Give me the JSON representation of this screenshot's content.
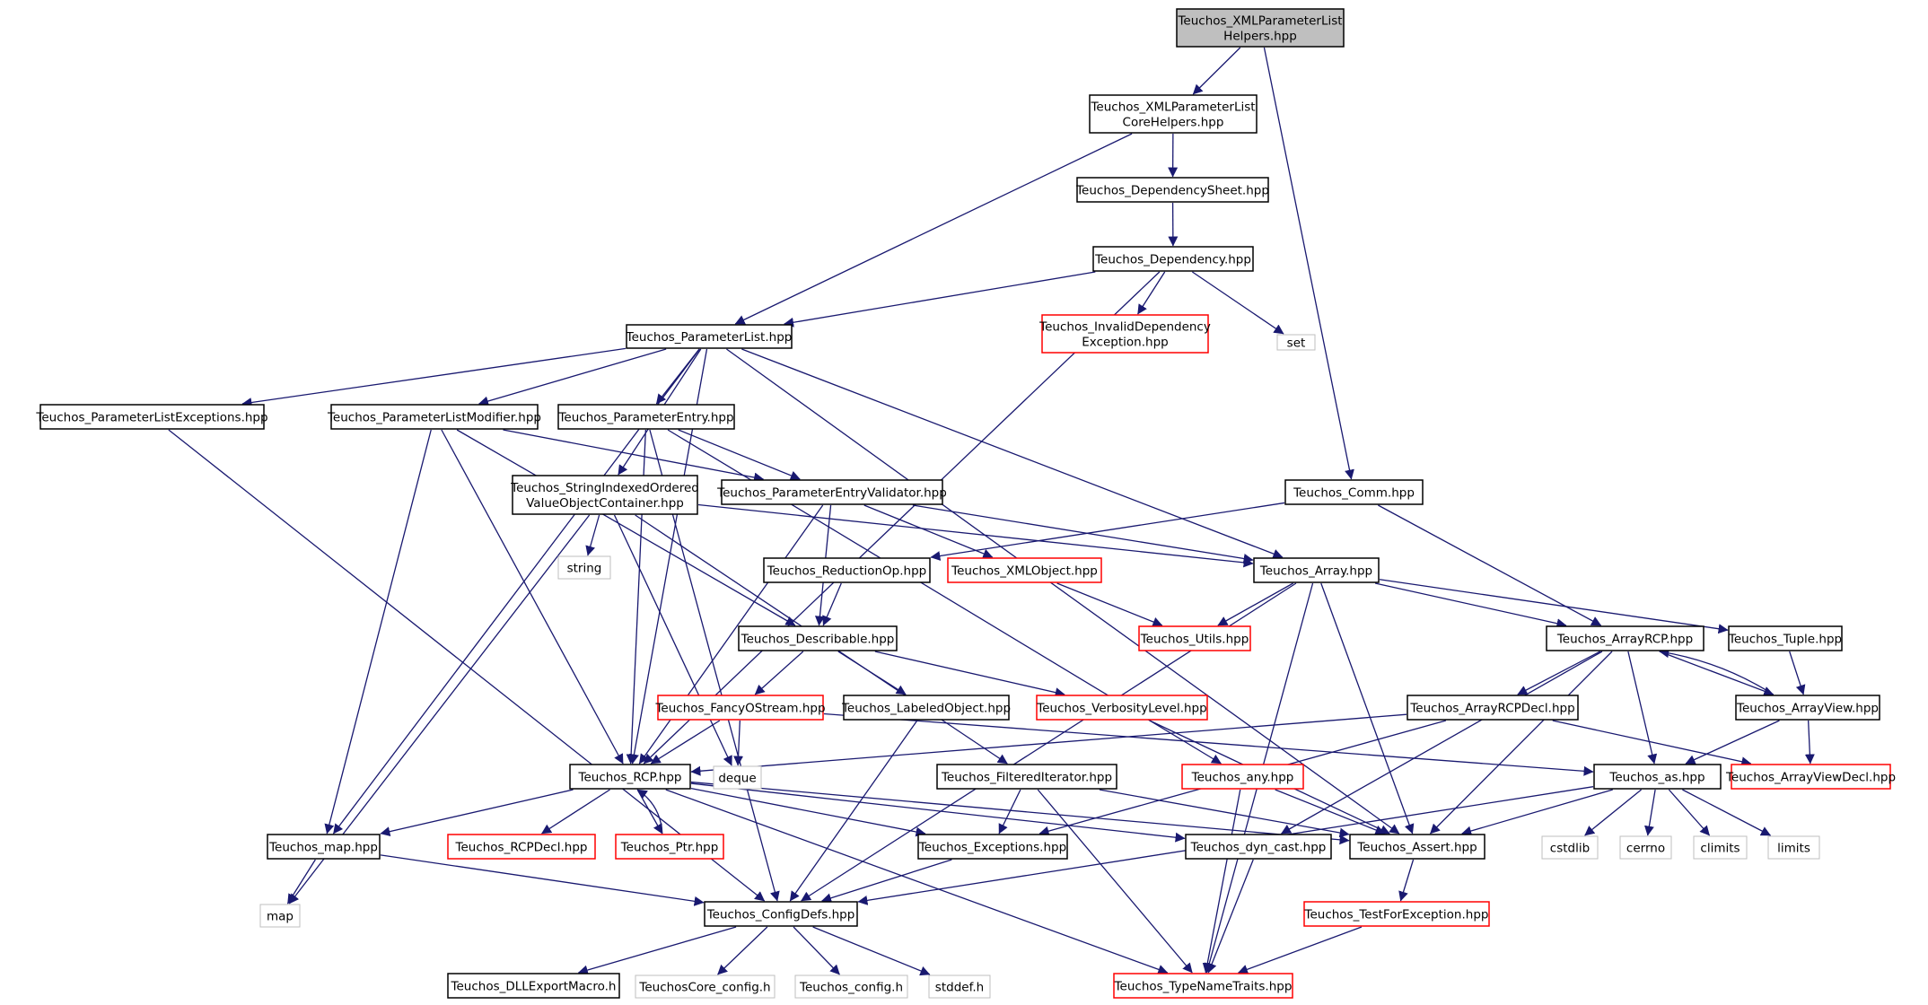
{
  "colors": {
    "edge": "#191970",
    "border_default": "#000000",
    "border_incomplete": "#ff0000",
    "border_system": "#bfbfbf",
    "fill_root": "#bfbfbf",
    "fill_default": "#ffffff"
  },
  "nodes": [
    {
      "id": "xmlhelpers",
      "lines": [
        "Teuchos_XMLParameterList",
        "Helpers.hpp"
      ],
      "kind": "root"
    },
    {
      "id": "xmlcore",
      "lines": [
        "Teuchos_XMLParameterList",
        "CoreHelpers.hpp"
      ],
      "kind": "default"
    },
    {
      "id": "depsheet",
      "lines": [
        "Teuchos_DependencySheet.hpp"
      ],
      "kind": "default"
    },
    {
      "id": "dependency",
      "lines": [
        "Teuchos_Dependency.hpp"
      ],
      "kind": "default"
    },
    {
      "id": "invaliddep",
      "lines": [
        "Teuchos_InvalidDependency",
        "Exception.hpp"
      ],
      "kind": "incomplete"
    },
    {
      "id": "set",
      "lines": [
        "set"
      ],
      "kind": "system"
    },
    {
      "id": "paramlist",
      "lines": [
        "Teuchos_ParameterList.hpp"
      ],
      "kind": "default"
    },
    {
      "id": "plexceptions",
      "lines": [
        "Teuchos_ParameterListExceptions.hpp"
      ],
      "kind": "default"
    },
    {
      "id": "plmodifier",
      "lines": [
        "Teuchos_ParameterListModifier.hpp"
      ],
      "kind": "default"
    },
    {
      "id": "paramentry",
      "lines": [
        "Teuchos_ParameterEntry.hpp"
      ],
      "kind": "default"
    },
    {
      "id": "sioc",
      "lines": [
        "Teuchos_StringIndexedOrdered",
        "ValueObjectContainer.hpp"
      ],
      "kind": "default"
    },
    {
      "id": "pev",
      "lines": [
        "Teuchos_ParameterEntryValidator.hpp"
      ],
      "kind": "default"
    },
    {
      "id": "comm",
      "lines": [
        "Teuchos_Comm.hpp"
      ],
      "kind": "default"
    },
    {
      "id": "string",
      "lines": [
        "string"
      ],
      "kind": "system"
    },
    {
      "id": "reductionop",
      "lines": [
        "Teuchos_ReductionOp.hpp"
      ],
      "kind": "default"
    },
    {
      "id": "xmlobject",
      "lines": [
        "Teuchos_XMLObject.hpp"
      ],
      "kind": "incomplete"
    },
    {
      "id": "array",
      "lines": [
        "Teuchos_Array.hpp"
      ],
      "kind": "default"
    },
    {
      "id": "utils",
      "lines": [
        "Teuchos_Utils.hpp"
      ],
      "kind": "incomplete"
    },
    {
      "id": "describable",
      "lines": [
        "Teuchos_Describable.hpp"
      ],
      "kind": "default"
    },
    {
      "id": "arrayrcp",
      "lines": [
        "Teuchos_ArrayRCP.hpp"
      ],
      "kind": "default"
    },
    {
      "id": "tuple",
      "lines": [
        "Teuchos_Tuple.hpp"
      ],
      "kind": "default"
    },
    {
      "id": "fancyostream",
      "lines": [
        "Teuchos_FancyOStream.hpp"
      ],
      "kind": "incomplete"
    },
    {
      "id": "labeledobject",
      "lines": [
        "Teuchos_LabeledObject.hpp"
      ],
      "kind": "default"
    },
    {
      "id": "verbositylevel",
      "lines": [
        "Teuchos_VerbosityLevel.hpp"
      ],
      "kind": "incomplete"
    },
    {
      "id": "arrayrcpdecl",
      "lines": [
        "Teuchos_ArrayRCPDecl.hpp"
      ],
      "kind": "default"
    },
    {
      "id": "arrayview",
      "lines": [
        "Teuchos_ArrayView.hpp"
      ],
      "kind": "default"
    },
    {
      "id": "rcp",
      "lines": [
        "Teuchos_RCP.hpp"
      ],
      "kind": "default"
    },
    {
      "id": "deque",
      "lines": [
        "deque"
      ],
      "kind": "system"
    },
    {
      "id": "filtered",
      "lines": [
        "Teuchos_FilteredIterator.hpp"
      ],
      "kind": "default"
    },
    {
      "id": "any",
      "lines": [
        "Teuchos_any.hpp"
      ],
      "kind": "incomplete"
    },
    {
      "id": "as",
      "lines": [
        "Teuchos_as.hpp"
      ],
      "kind": "default"
    },
    {
      "id": "arrayviewdecl",
      "lines": [
        "Teuchos_ArrayViewDecl.hpp"
      ],
      "kind": "incomplete"
    },
    {
      "id": "map_hpp",
      "lines": [
        "Teuchos_map.hpp"
      ],
      "kind": "default"
    },
    {
      "id": "rcpdecl",
      "lines": [
        "Teuchos_RCPDecl.hpp"
      ],
      "kind": "incomplete"
    },
    {
      "id": "ptr",
      "lines": [
        "Teuchos_Ptr.hpp"
      ],
      "kind": "incomplete"
    },
    {
      "id": "exceptions",
      "lines": [
        "Teuchos_Exceptions.hpp"
      ],
      "kind": "default"
    },
    {
      "id": "dyncast",
      "lines": [
        "Teuchos_dyn_cast.hpp"
      ],
      "kind": "default"
    },
    {
      "id": "assert",
      "lines": [
        "Teuchos_Assert.hpp"
      ],
      "kind": "default"
    },
    {
      "id": "cstdlib",
      "lines": [
        "cstdlib"
      ],
      "kind": "system"
    },
    {
      "id": "cerrno",
      "lines": [
        "cerrno"
      ],
      "kind": "system"
    },
    {
      "id": "climits",
      "lines": [
        "climits"
      ],
      "kind": "system"
    },
    {
      "id": "limits",
      "lines": [
        "limits"
      ],
      "kind": "system"
    },
    {
      "id": "map",
      "lines": [
        "map"
      ],
      "kind": "system"
    },
    {
      "id": "configdefs",
      "lines": [
        "Teuchos_ConfigDefs.hpp"
      ],
      "kind": "default"
    },
    {
      "id": "testforexc",
      "lines": [
        "Teuchos_TestForException.hpp"
      ],
      "kind": "incomplete"
    },
    {
      "id": "dllexport",
      "lines": [
        "Teuchos_DLLExportMacro.h"
      ],
      "kind": "default"
    },
    {
      "id": "corecfg",
      "lines": [
        "TeuchosCore_config.h"
      ],
      "kind": "system"
    },
    {
      "id": "config",
      "lines": [
        "Teuchos_config.h"
      ],
      "kind": "system"
    },
    {
      "id": "stddef",
      "lines": [
        "stddef.h"
      ],
      "kind": "system"
    },
    {
      "id": "typenametraits",
      "lines": [
        "Teuchos_TypeNameTraits.hpp"
      ],
      "kind": "incomplete"
    }
  ],
  "edges": [
    [
      "xmlhelpers",
      "xmlcore"
    ],
    [
      "xmlhelpers",
      "comm"
    ],
    [
      "xmlcore",
      "depsheet"
    ],
    [
      "xmlcore",
      "paramlist"
    ],
    [
      "depsheet",
      "dependency"
    ],
    [
      "dependency",
      "paramlist"
    ],
    [
      "dependency",
      "invaliddep"
    ],
    [
      "dependency",
      "set"
    ],
    [
      "dependency",
      "rcp"
    ],
    [
      "paramlist",
      "plexceptions"
    ],
    [
      "paramlist",
      "plmodifier"
    ],
    [
      "paramlist",
      "paramentry"
    ],
    [
      "paramlist",
      "sioc"
    ],
    [
      "paramlist",
      "array"
    ],
    [
      "paramlist",
      "rcp"
    ],
    [
      "paramlist",
      "map_hpp"
    ],
    [
      "paramlist",
      "assert"
    ],
    [
      "plexceptions",
      "configdefs"
    ],
    [
      "plmodifier",
      "pev"
    ],
    [
      "plmodifier",
      "describable"
    ],
    [
      "plmodifier",
      "rcp"
    ],
    [
      "plmodifier",
      "map_hpp"
    ],
    [
      "paramentry",
      "pev"
    ],
    [
      "paramentry",
      "any"
    ],
    [
      "paramentry",
      "rcp"
    ],
    [
      "paramentry",
      "configdefs"
    ],
    [
      "sioc",
      "array"
    ],
    [
      "sioc",
      "string"
    ],
    [
      "sioc",
      "deque"
    ],
    [
      "sioc",
      "map"
    ],
    [
      "sioc",
      "filtered"
    ],
    [
      "pev",
      "array"
    ],
    [
      "pev",
      "xmlobject"
    ],
    [
      "pev",
      "describable"
    ],
    [
      "pev",
      "rcp"
    ],
    [
      "comm",
      "reductionop"
    ],
    [
      "comm",
      "arrayrcp"
    ],
    [
      "reductionop",
      "describable"
    ],
    [
      "xmlobject",
      "utils"
    ],
    [
      "array",
      "utils"
    ],
    [
      "array",
      "arrayrcp"
    ],
    [
      "array",
      "tuple"
    ],
    [
      "array",
      "assert"
    ],
    [
      "array",
      "configdefs"
    ],
    [
      "array",
      "typenametraits"
    ],
    [
      "describable",
      "fancyostream"
    ],
    [
      "describable",
      "labeledobject"
    ],
    [
      "describable",
      "verbositylevel"
    ],
    [
      "arrayrcp",
      "arrayrcpdecl"
    ],
    [
      "arrayrcp",
      "arrayview"
    ],
    [
      "arrayrcp",
      "as"
    ],
    [
      "arrayrcp",
      "assert"
    ],
    [
      "arrayrcp",
      "dyncast"
    ],
    [
      "tuple",
      "arrayview"
    ],
    [
      "arrayview",
      "arrayrcp"
    ],
    [
      "arrayview",
      "arrayviewdecl"
    ],
    [
      "arrayview",
      "as"
    ],
    [
      "arrayrcpdecl",
      "rcp"
    ],
    [
      "arrayrcpdecl",
      "arrayviewdecl"
    ],
    [
      "arrayrcpdecl",
      "exceptions"
    ],
    [
      "fancyostream",
      "rcp"
    ],
    [
      "fancyostream",
      "deque"
    ],
    [
      "fancyostream",
      "as"
    ],
    [
      "labeledobject",
      "configdefs"
    ],
    [
      "verbositylevel",
      "assert"
    ],
    [
      "rcp",
      "map_hpp"
    ],
    [
      "rcp",
      "rcpdecl"
    ],
    [
      "rcp",
      "ptr"
    ],
    [
      "rcp",
      "exceptions"
    ],
    [
      "rcp",
      "dyncast"
    ],
    [
      "rcp",
      "assert"
    ],
    [
      "rcp",
      "typenametraits"
    ],
    [
      "ptr",
      "rcp"
    ],
    [
      "filtered",
      "exceptions"
    ],
    [
      "filtered",
      "assert"
    ],
    [
      "filtered",
      "typenametraits"
    ],
    [
      "any",
      "assert"
    ],
    [
      "any",
      "typenametraits"
    ],
    [
      "as",
      "assert"
    ],
    [
      "as",
      "cstdlib"
    ],
    [
      "as",
      "cerrno"
    ],
    [
      "as",
      "climits"
    ],
    [
      "as",
      "limits"
    ],
    [
      "as",
      "configdefs"
    ],
    [
      "map_hpp",
      "map"
    ],
    [
      "map_hpp",
      "configdefs"
    ],
    [
      "exceptions",
      "configdefs"
    ],
    [
      "dyncast",
      "typenametraits"
    ],
    [
      "assert",
      "testforexc"
    ],
    [
      "testforexc",
      "typenametraits"
    ],
    [
      "configdefs",
      "dllexport"
    ],
    [
      "configdefs",
      "corecfg"
    ],
    [
      "configdefs",
      "config"
    ],
    [
      "configdefs",
      "stddef"
    ]
  ]
}
